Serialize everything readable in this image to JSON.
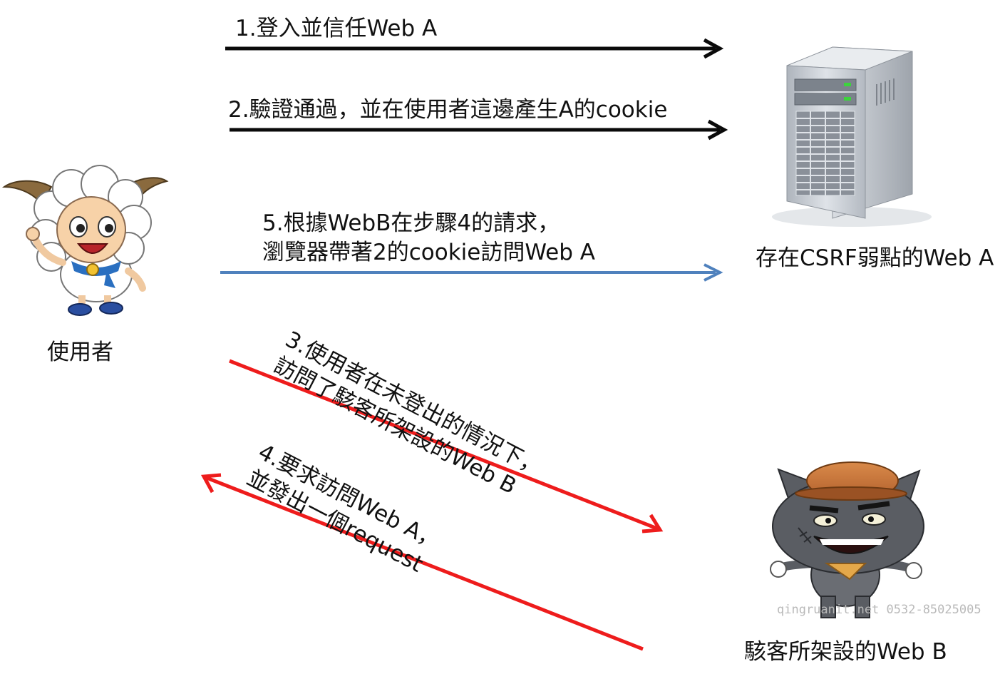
{
  "colors": {
    "arrow_black": "#0a0a0a",
    "arrow_blue": "#4f81bd",
    "arrow_red": "#ee1c1c",
    "server_body": "#c7ccd2",
    "sheep_wool": "#ffffff",
    "wolf_fur": "#5a5d63",
    "wolf_hat": "#c8753a"
  },
  "icons": {
    "user": "sheep-character-icon",
    "server": "server-tower-icon",
    "attacker": "wolf-character-icon"
  },
  "nodes": {
    "user_label": "使用者",
    "server_label": "存在CSRF弱點的Web A",
    "attacker_label": "駭客所架設的Web B"
  },
  "steps": {
    "step1": "1.登入並信任Web A",
    "step2": "2.驗證通過，並在使用者這邊產生A的cookie",
    "step3_line1": "3.使用者在未登出的情況下，",
    "step3_line2": "訪問了駭客所架設的Web B",
    "step4_line1": "4.要求訪問Web A，",
    "step4_line2": "並發出一個request",
    "step5_line1": "5.根據WebB在步驟4的請求，",
    "step5_line2": "瀏覽器帶著2的cookie訪問Web A"
  },
  "watermark": "qingruanit.net 0532-85025005"
}
